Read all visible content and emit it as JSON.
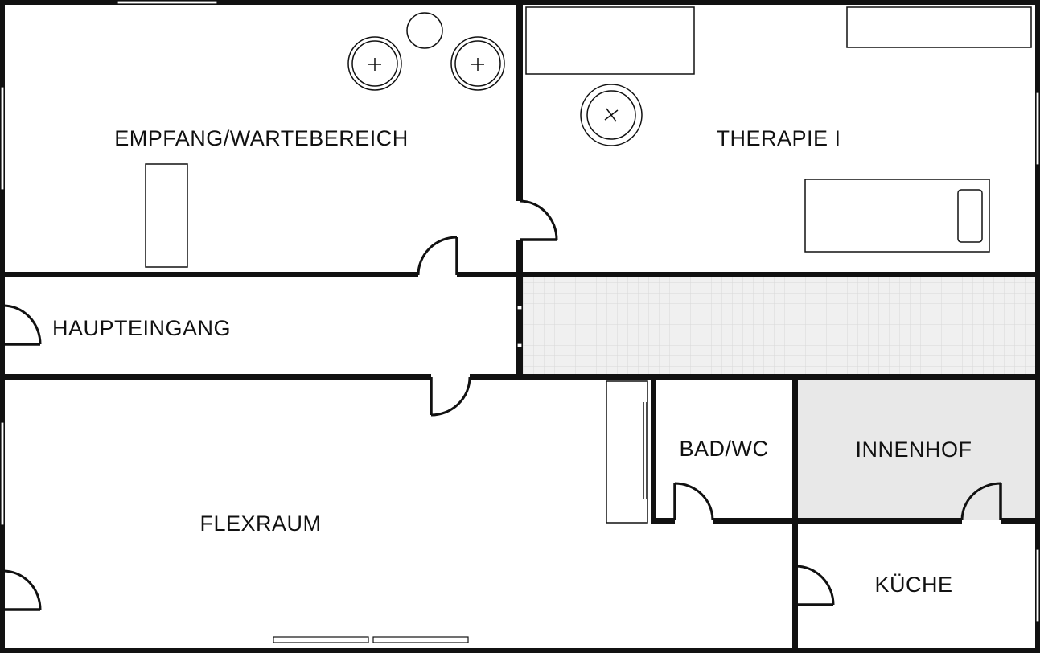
{
  "rooms": {
    "empfang": "EMPFANG/WARTEBEREICH",
    "therapie": "THERAPIE I",
    "haupteingang": "HAUPTEINGANG",
    "flexraum": "FLEXRAUM",
    "bad": "BAD/WC",
    "innenhof": "INNENHOF",
    "kueche": "KÜCHE"
  },
  "colors": {
    "wall": "#111111",
    "courtyard_fill": "#e8e8e8",
    "terrace_fill": "#f0f0f0",
    "terrace_grid": "#dcdcdc"
  },
  "icons": [
    "armchair-icon",
    "round-table-icon",
    "treatment-bed-icon",
    "desk-icon",
    "shelf-icon",
    "wardrobe-icon"
  ]
}
